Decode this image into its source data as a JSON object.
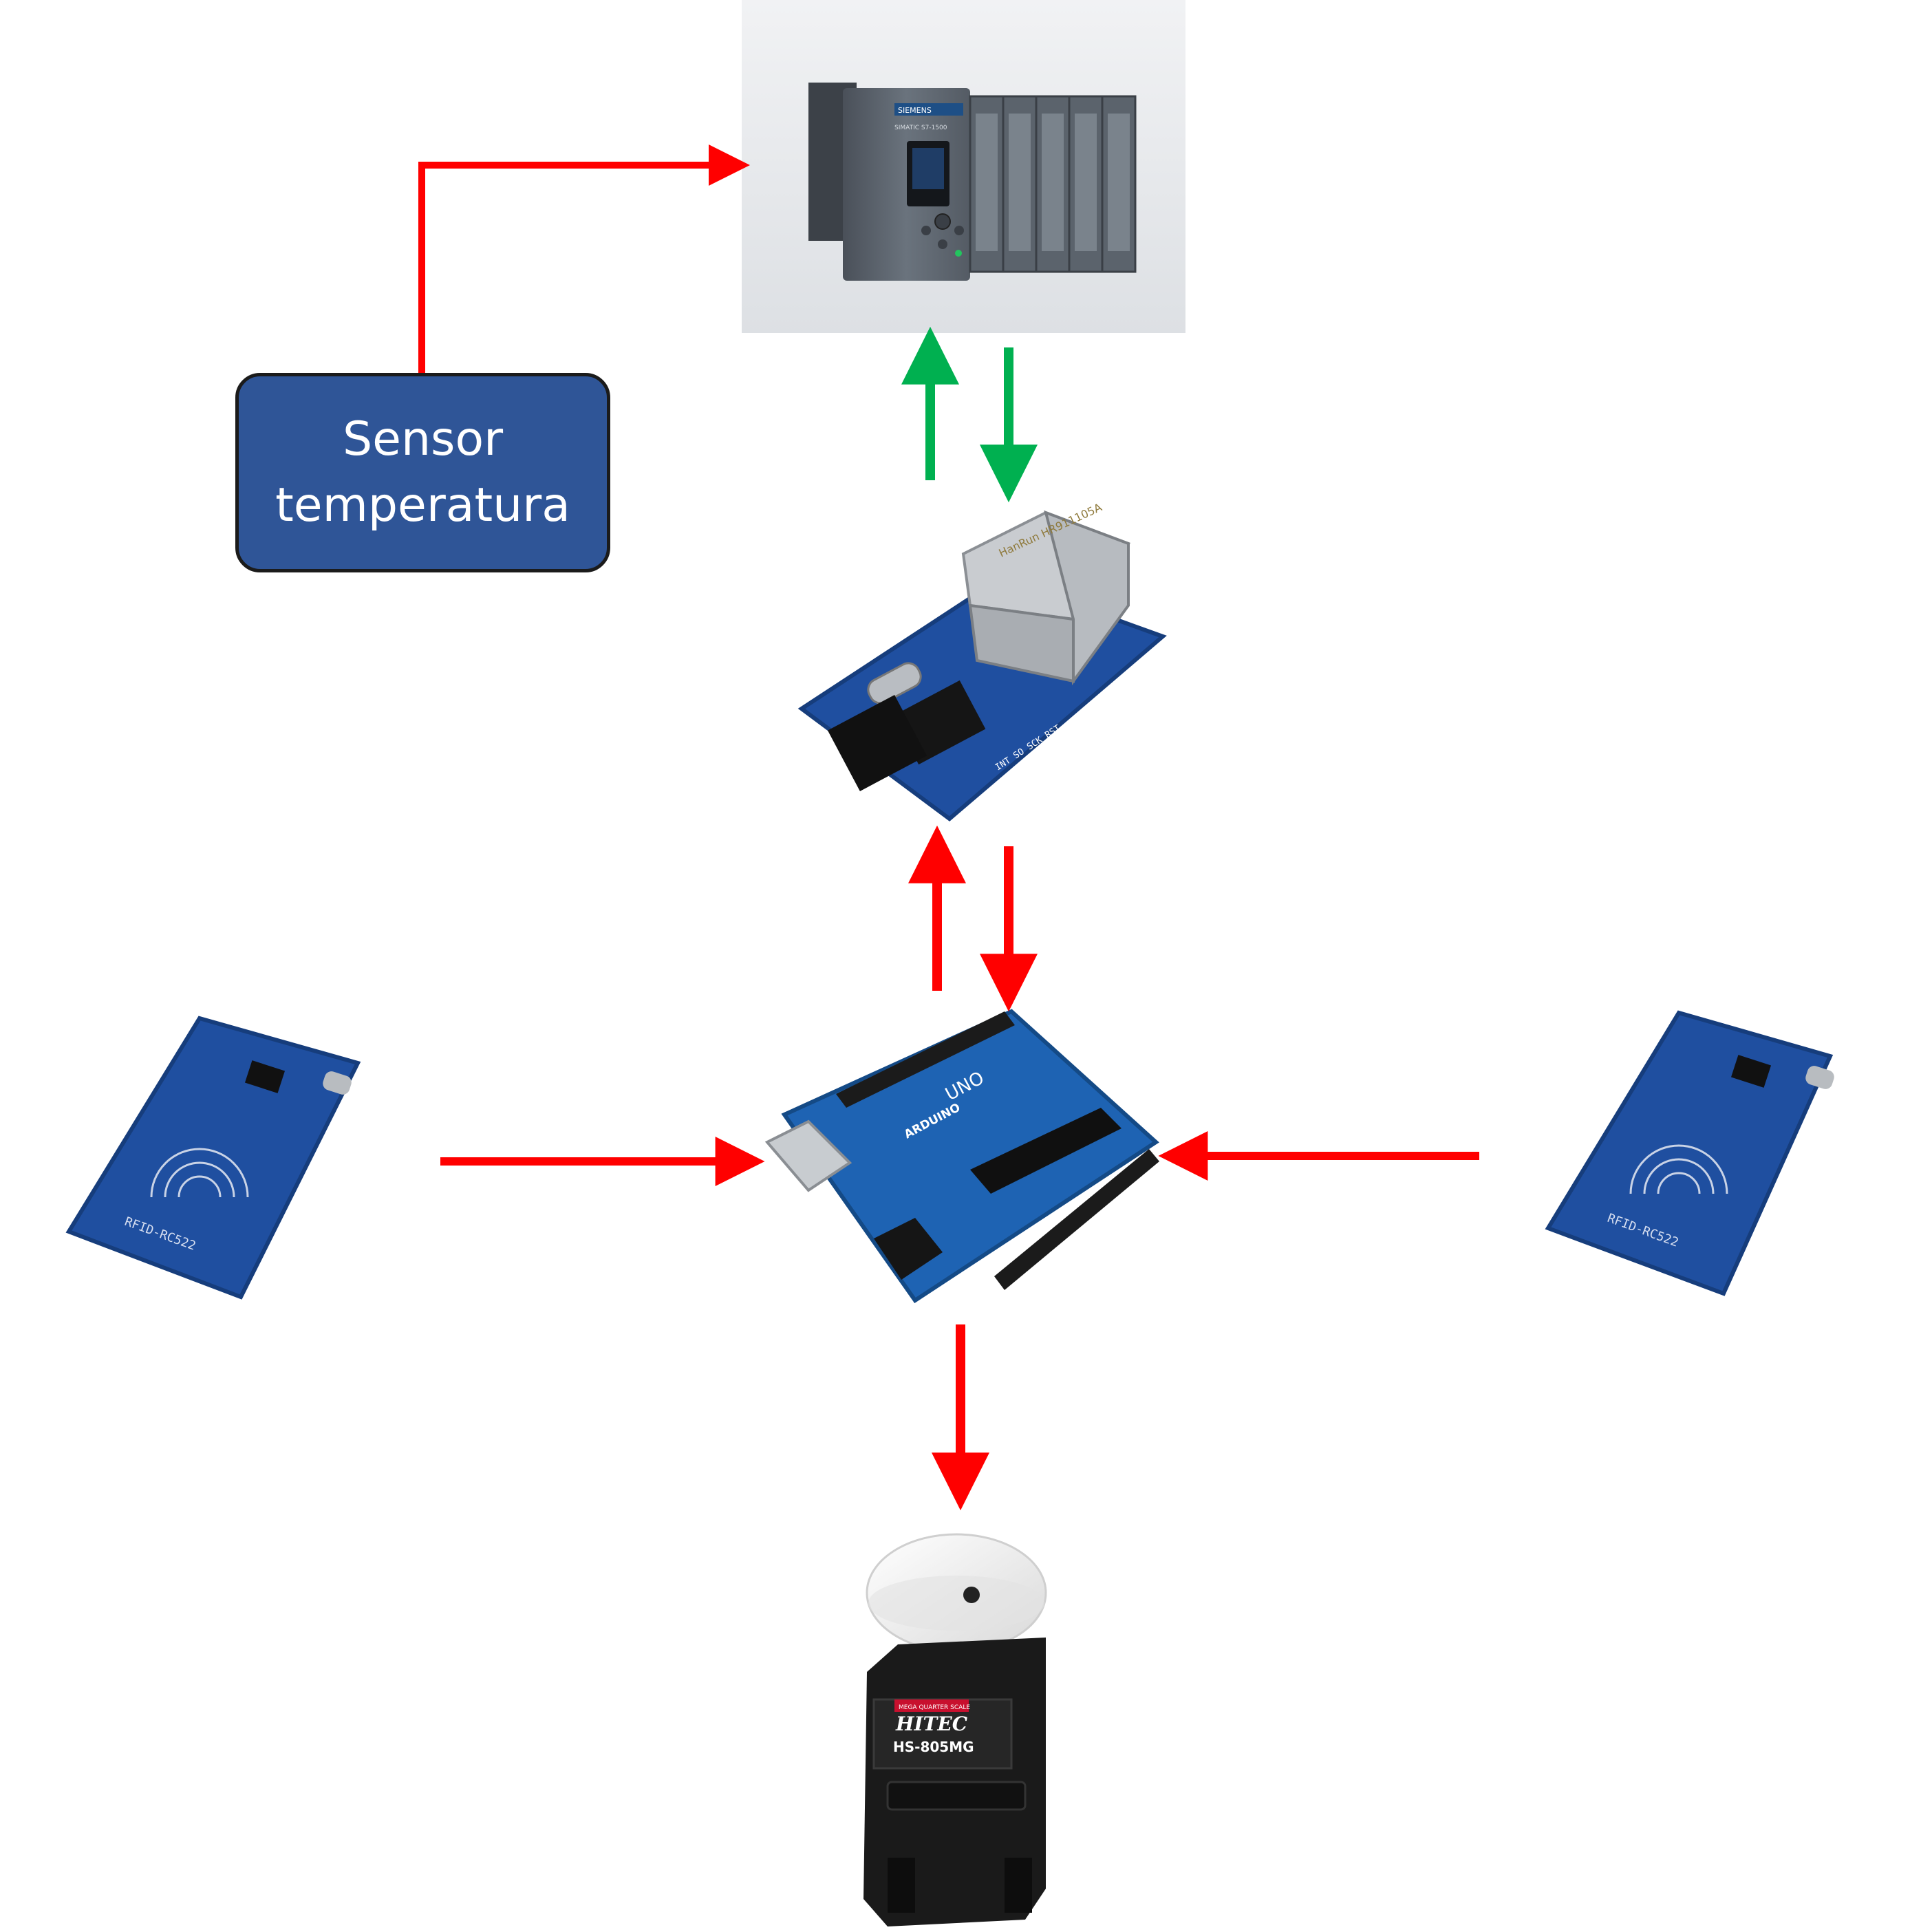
{
  "sensor": {
    "line1": "Sensor",
    "line2": "temperatura"
  },
  "labels": {
    "plc_brand": "SIEMENS",
    "plc_model": "SIMATIC S7-1500",
    "ethernet_jack": "HanRun HR911105A",
    "ethernet_pins": "INT  SO  SCK  RST",
    "arduino_brand": "ARDUINO",
    "arduino_model": "UNO",
    "rfid_left": "RFID-RC522",
    "rfid_right": "RFID-RC522",
    "servo_brand": "HITEC",
    "servo_tag": "MEGA QUARTER SCALE",
    "servo_model": "HS-805MG"
  },
  "colors": {
    "signal_arrow": "#ff0000",
    "network_arrow": "#00b050",
    "sensor_fill": "#2f5597",
    "board_blue": "#1f4fa0",
    "plc_gray": "#5f6770"
  }
}
